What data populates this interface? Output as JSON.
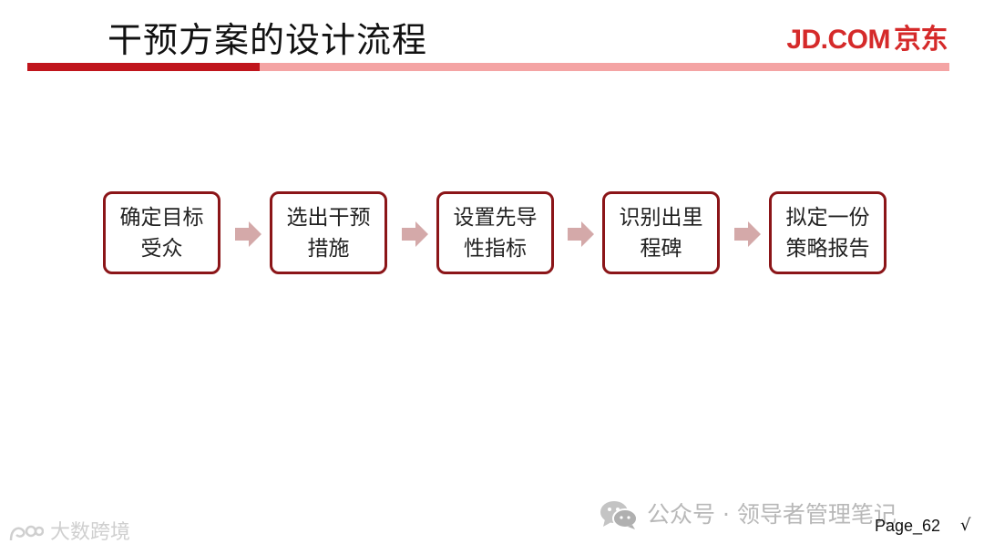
{
  "header": {
    "title": "干预方案的设计流程",
    "logo_text": "JD.COM",
    "logo_cn": "京东"
  },
  "colors": {
    "accent_dark": "#c0151c",
    "accent_light": "#f4a4a4",
    "box_border": "#8b1518",
    "arrow": "#d4a9a9"
  },
  "flow": {
    "steps": [
      {
        "label": "确定目标受众"
      },
      {
        "label": "选出干预措施"
      },
      {
        "label": "设置先导性指标"
      },
      {
        "label": "识别出里程碑"
      },
      {
        "label": "拟定一份策略报告"
      }
    ]
  },
  "footer": {
    "watermark": "公众号 · 领导者管理笔记",
    "watermark_icon": "wechat-icon",
    "corner_mark": "大数跨境",
    "page_label": "Page_62",
    "check_mark": "√"
  }
}
